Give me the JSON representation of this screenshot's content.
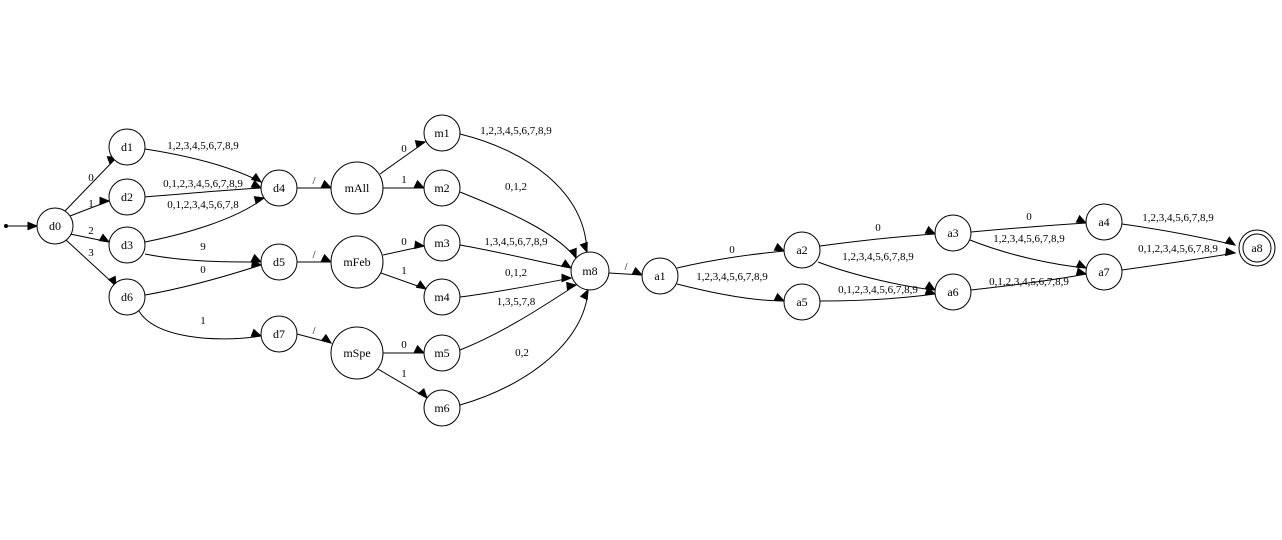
{
  "diagram": {
    "type": "finite-state-automaton",
    "start_state": "d0",
    "accept_states": [
      "a8"
    ],
    "nodes": [
      {
        "id": "d0",
        "label": "d0"
      },
      {
        "id": "d1",
        "label": "d1"
      },
      {
        "id": "d2",
        "label": "d2"
      },
      {
        "id": "d3",
        "label": "d3"
      },
      {
        "id": "d4",
        "label": "d4"
      },
      {
        "id": "d5",
        "label": "d5"
      },
      {
        "id": "d6",
        "label": "d6"
      },
      {
        "id": "d7",
        "label": "d7"
      },
      {
        "id": "mAll",
        "label": "mAll"
      },
      {
        "id": "mFeb",
        "label": "mFeb"
      },
      {
        "id": "mSpe",
        "label": "mSpe"
      },
      {
        "id": "m1",
        "label": "m1"
      },
      {
        "id": "m2",
        "label": "m2"
      },
      {
        "id": "m3",
        "label": "m3"
      },
      {
        "id": "m4",
        "label": "m4"
      },
      {
        "id": "m5",
        "label": "m5"
      },
      {
        "id": "m6",
        "label": "m6"
      },
      {
        "id": "m8",
        "label": "m8"
      },
      {
        "id": "a1",
        "label": "a1"
      },
      {
        "id": "a2",
        "label": "a2"
      },
      {
        "id": "a3",
        "label": "a3"
      },
      {
        "id": "a4",
        "label": "a4"
      },
      {
        "id": "a5",
        "label": "a5"
      },
      {
        "id": "a6",
        "label": "a6"
      },
      {
        "id": "a7",
        "label": "a7"
      },
      {
        "id": "a8",
        "label": "a8"
      }
    ],
    "edges": [
      {
        "id": "e0",
        "from": "d0",
        "to": "d1",
        "label": "0"
      },
      {
        "id": "e1",
        "from": "d0",
        "to": "d2",
        "label": "1"
      },
      {
        "id": "e2",
        "from": "d0",
        "to": "d3",
        "label": "2"
      },
      {
        "id": "e3",
        "from": "d0",
        "to": "d6",
        "label": "3"
      },
      {
        "id": "e4",
        "from": "d1",
        "to": "d4",
        "label": "1,2,3,4,5,6,7,8,9"
      },
      {
        "id": "e5",
        "from": "d2",
        "to": "d4",
        "label": "0,1,2,3,4,5,6,7,8,9"
      },
      {
        "id": "e6",
        "from": "d3",
        "to": "d4",
        "label": "0,1,2,3,4,5,6,7,8"
      },
      {
        "id": "e7",
        "from": "d3",
        "to": "d5",
        "label": "9"
      },
      {
        "id": "e8",
        "from": "d6",
        "to": "d5",
        "label": "0"
      },
      {
        "id": "e9",
        "from": "d6",
        "to": "d7",
        "label": "1"
      },
      {
        "id": "e10",
        "from": "d4",
        "to": "mAll",
        "label": "/"
      },
      {
        "id": "e11",
        "from": "d5",
        "to": "mFeb",
        "label": "/"
      },
      {
        "id": "e12",
        "from": "d7",
        "to": "mSpe",
        "label": "/"
      },
      {
        "id": "e13",
        "from": "mAll",
        "to": "m1",
        "label": "0"
      },
      {
        "id": "e14",
        "from": "mAll",
        "to": "m2",
        "label": "1"
      },
      {
        "id": "e15",
        "from": "mFeb",
        "to": "m3",
        "label": "0"
      },
      {
        "id": "e16",
        "from": "mFeb",
        "to": "m4",
        "label": "1"
      },
      {
        "id": "e17",
        "from": "mSpe",
        "to": "m5",
        "label": "0"
      },
      {
        "id": "e18",
        "from": "mSpe",
        "to": "m6",
        "label": "1"
      },
      {
        "id": "e19",
        "from": "m1",
        "to": "m8",
        "label": "1,2,3,4,5,6,7,8,9"
      },
      {
        "id": "e20",
        "from": "m2",
        "to": "m8",
        "label": "0,1,2"
      },
      {
        "id": "e21",
        "from": "m3",
        "to": "m8",
        "label": "1,3,4,5,6,7,8,9"
      },
      {
        "id": "e22",
        "from": "m4",
        "to": "m8",
        "label": "0,1,2"
      },
      {
        "id": "e23",
        "from": "m5",
        "to": "m8",
        "label": "1,3,5,7,8"
      },
      {
        "id": "e24",
        "from": "m6",
        "to": "m8",
        "label": "0,2"
      },
      {
        "id": "e25",
        "from": "m8",
        "to": "a1",
        "label": "/"
      },
      {
        "id": "e26",
        "from": "a1",
        "to": "a2",
        "label": "0"
      },
      {
        "id": "e27",
        "from": "a1",
        "to": "a5",
        "label": "1,2,3,4,5,6,7,8,9"
      },
      {
        "id": "e28",
        "from": "a2",
        "to": "a3",
        "label": "0"
      },
      {
        "id": "e29",
        "from": "a2",
        "to": "a6",
        "label": "1,2,3,4,5,6,7,8,9"
      },
      {
        "id": "e30",
        "from": "a5",
        "to": "a6",
        "label": "0,1,2,3,4,5,6,7,8,9"
      },
      {
        "id": "e31",
        "from": "a3",
        "to": "a4",
        "label": "0"
      },
      {
        "id": "e32",
        "from": "a3",
        "to": "a7",
        "label": "1,2,3,4,5,6,7,8,9"
      },
      {
        "id": "e33",
        "from": "a6",
        "to": "a7",
        "label": "0,1,2,3,4,5,6,7,8,9"
      },
      {
        "id": "e34",
        "from": "a4",
        "to": "a8",
        "label": "1,2,3,4,5,6,7,8,9"
      },
      {
        "id": "e35",
        "from": "a7",
        "to": "a8",
        "label": "0,1,2,3,4,5,6,7,8,9"
      }
    ]
  }
}
